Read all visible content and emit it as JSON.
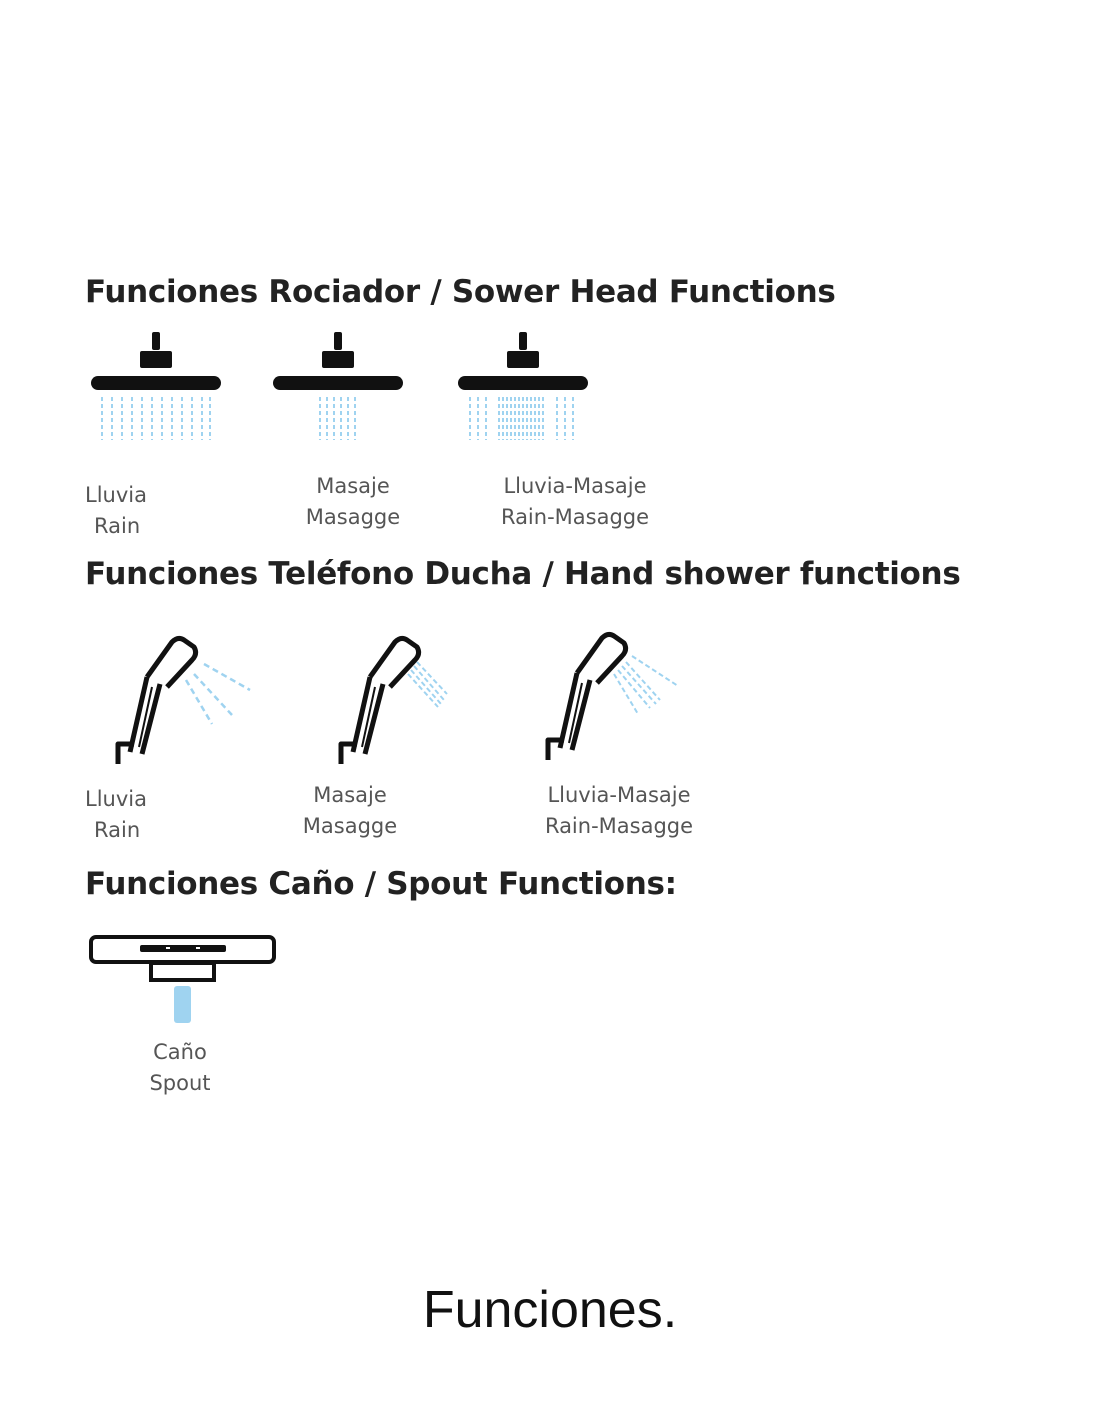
{
  "sections": {
    "shower_head": {
      "title": "Funciones Rociador /  Sower Head Functions",
      "items": [
        {
          "es": "Lluvia",
          "en": "Rain",
          "icon": "rain-shower-head-icon"
        },
        {
          "es": "Masaje",
          "en": "Masagge",
          "icon": "massage-shower-head-icon"
        },
        {
          "es": "Lluvia-Masaje",
          "en": "Rain-Masagge",
          "icon": "rain-massage-shower-head-icon"
        }
      ]
    },
    "hand_shower": {
      "title": "Funciones Teléfono Ducha / Hand shower functions",
      "items": [
        {
          "es": "Lluvia",
          "en": "Rain",
          "icon": "rain-hand-shower-icon"
        },
        {
          "es": "Masaje",
          "en": "Masagge",
          "icon": "massage-hand-shower-icon"
        },
        {
          "es": "Lluvia-Masaje",
          "en": "Rain-Masagge",
          "icon": "rain-massage-hand-shower-icon"
        }
      ]
    },
    "spout": {
      "title": "Funciones Caño / Spout Functions:",
      "items": [
        {
          "es": "Caño",
          "en": "Spout",
          "icon": "spout-icon"
        }
      ]
    }
  },
  "caption": "Funciones.",
  "colors": {
    "water": "#9fd3f0",
    "icon": "#111111",
    "label": "#555555"
  }
}
